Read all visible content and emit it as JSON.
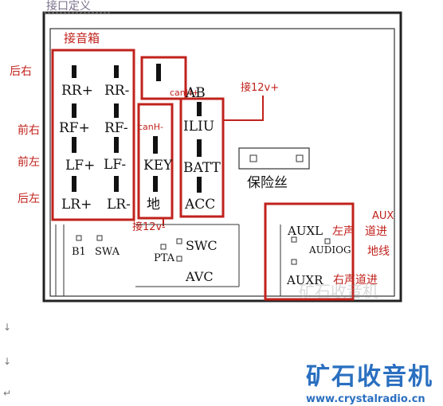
{
  "title": "接口定义",
  "box_labels": {
    "speaker_box": "接音箱",
    "can_high": "canH+",
    "can_low": "canH-",
    "plus12_top": "接12v+",
    "plus12_bottom": "接12v-"
  },
  "side_labels": {
    "rear_right": "后右",
    "front_right": "前右",
    "front_left": "前左",
    "rear_left": "后左",
    "aux": "AUX",
    "aux_ground_1": "道进",
    "aux_ground_2": "地线",
    "aux_left": "左声",
    "aux_right": "右声道进"
  },
  "pins": {
    "rr_plus": "RR+",
    "rr_minus": "RR-",
    "rf_plus": "RF+",
    "rf_minus": "RF-",
    "lf_plus": "LF+",
    "lf_minus": "LF-",
    "lr_plus": "LR+",
    "lr_minus": "LR-",
    "ab": "AB",
    "iliu": "ILIU",
    "key": "KEY",
    "ground": "地",
    "batt": "BATT",
    "acc": "ACC",
    "fuse": "保险丝",
    "auxl": "AUXL",
    "audiog": "AUDIOG",
    "auxr": "AUXR",
    "b1": "B1",
    "swa": "SWA",
    "pta": "PTA",
    "swc": "SWC",
    "avc": "AVC"
  },
  "watermark": "矿石收音机",
  "brand": {
    "title": "矿石收音机",
    "url": "www.crystalradio.cn"
  },
  "colors": {
    "highlight": "#c0221c",
    "brand": "#2a6fc0"
  }
}
